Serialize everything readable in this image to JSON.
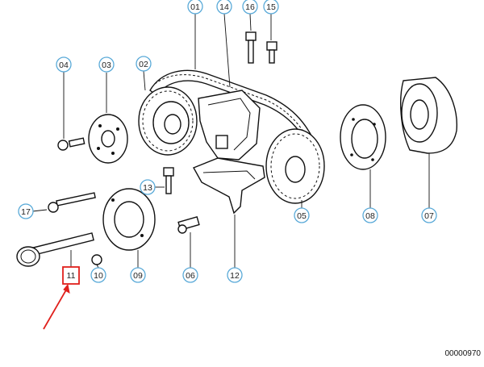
{
  "diagram": {
    "image_code": "00000970",
    "callouts": [
      {
        "id": "c01",
        "label": "01"
      },
      {
        "id": "c14",
        "label": "14"
      },
      {
        "id": "c16",
        "label": "16"
      },
      {
        "id": "c15",
        "label": "15"
      },
      {
        "id": "c04",
        "label": "04"
      },
      {
        "id": "c03",
        "label": "03"
      },
      {
        "id": "c02",
        "label": "02"
      },
      {
        "id": "c13",
        "label": "13"
      },
      {
        "id": "c17",
        "label": "17"
      },
      {
        "id": "c05",
        "label": "05"
      },
      {
        "id": "c08",
        "label": "08"
      },
      {
        "id": "c07",
        "label": "07"
      },
      {
        "id": "c10",
        "label": "10"
      },
      {
        "id": "c09",
        "label": "09"
      },
      {
        "id": "c06",
        "label": "06"
      },
      {
        "id": "c12",
        "label": "12"
      },
      {
        "id": "c11",
        "label": "11",
        "highlighted": true
      }
    ],
    "colors": {
      "callout_ring": "#5aaad8",
      "highlight": "#e0201c",
      "line": "#111111"
    },
    "icons": [
      "callout-bubble",
      "highlight-arrow"
    ]
  }
}
